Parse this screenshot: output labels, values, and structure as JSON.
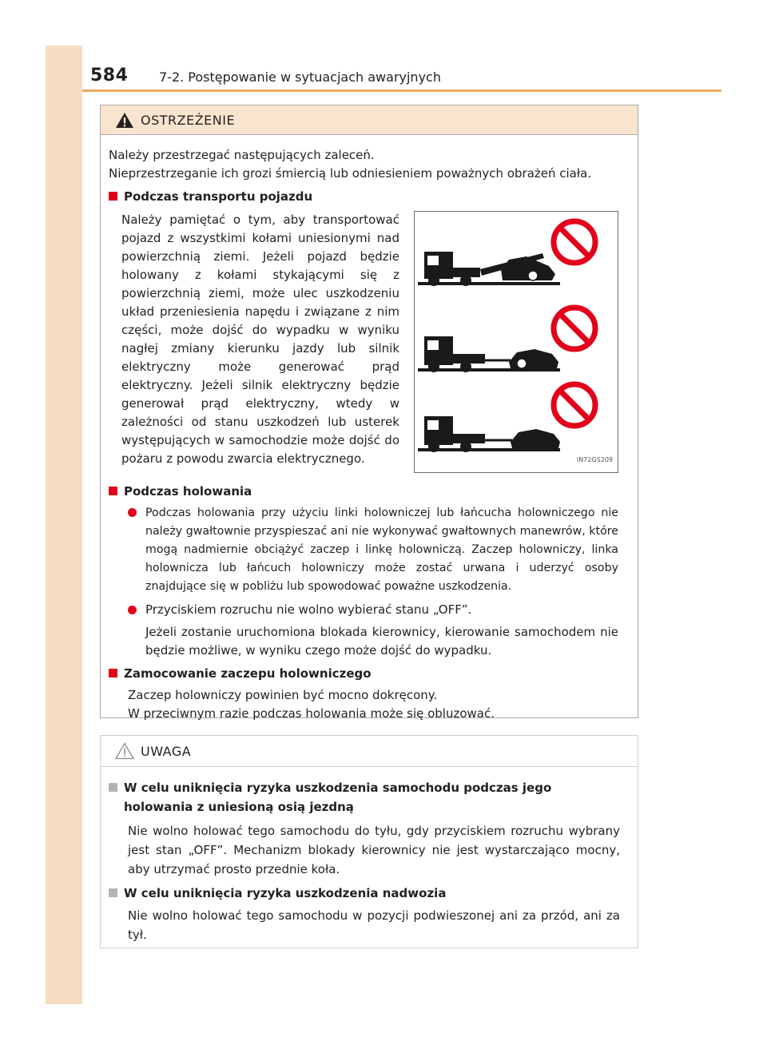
{
  "header": {
    "page_number": "584",
    "section": "7-2. Postępowanie w sytuacjach awaryjnych"
  },
  "colors": {
    "accent": "#e2001a",
    "strip": "#f6dcc0",
    "rule": "#e9a95a",
    "header_bg": "#f9e5cf"
  },
  "warning": {
    "title": "OSTRZEŻENIE",
    "intro_1": "Należy przestrzegać następujących zaleceń.",
    "intro_2": "Nieprzestrzeganie ich grozi śmiercią lub odniesieniem poważnych obrażeń ciała.",
    "transport": {
      "heading": "Podczas transportu pojazdu",
      "text": "Należy pamiętać o tym, aby transportować pojazd z wszystkimi kołami uniesionymi nad powierzchnią ziemi. Jeżeli pojazd będzie holowany z kołami stykającymi się z powierzchnią ziemi, może ulec uszkodzeniu układ przeniesienia napędu i związane z nim części, może dojść do wypadku w wyniku nagłej zmiany kierunku jazdy lub silnik elektryczny może generować prąd elektryczny. Jeżeli silnik elektryczny będzie generował prąd elektryczny, wtedy w zależności od stanu uszkodzeń lub usterek występujących w samochodzie może dojść do pożaru z powodu zwarcia elektrycznego.",
      "image_code": "IN72GS209"
    },
    "towing": {
      "heading": "Podczas holowania",
      "bullet_1": "Podczas holowania przy użyciu linki holowniczej lub łańcucha holowniczego nie należy gwałtownie przyspieszać ani nie wykonywać gwałtownych manewrów, które mogą nadmiernie obciążyć zaczep i linkę holowniczą. Zaczep holowniczy, linka holownicza lub łańcuch holowniczy może zostać urwana i uderzyć osoby znajdujące się w pobliżu lub spowodować poważne uszkodzenia.",
      "bullet_2": "Przyciskiem rozruchu nie wolno wybierać stanu „OFF”.",
      "bullet_2_follow": "Jeżeli zostanie uruchomiona blokada kierownicy, kierowanie samochodem nie będzie możliwe, w wyniku czego może dojść do wypadku."
    },
    "hook": {
      "heading": "Zamocowanie zaczepu holowniczego",
      "line_1": "Zaczep holowniczy powinien być mocno dokręcony.",
      "line_2": "W przeciwnym razie podczas holowania może się obluzować."
    }
  },
  "caution": {
    "title": "UWAGA",
    "item_1": {
      "heading": "W celu uniknięcia ryzyka uszkodzenia samochodu podczas jego holowania z uniesioną osią jezdną",
      "text": "Nie wolno holować tego samochodu do tyłu, gdy przyciskiem rozruchu wybrany jest stan „OFF”. Mechanizm blokady kierownicy nie jest wystarczająco mocny, aby utrzymać prosto przednie koła."
    },
    "item_2": {
      "heading": "W celu uniknięcia ryzyka uszkodzenia nadwozia",
      "text": "Nie wolno holować tego samochodu w pozycji podwieszonej ani za przód, ani za tył."
    }
  }
}
